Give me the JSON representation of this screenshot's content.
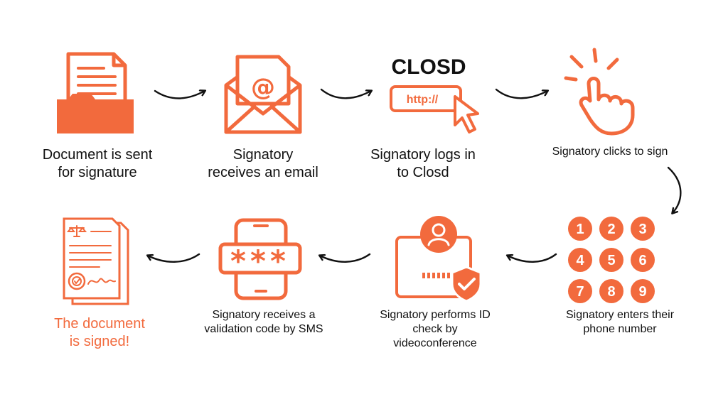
{
  "colors": {
    "accent": "#f26a3d",
    "arrow": "#111111",
    "text": "#111111",
    "background": "#ffffff"
  },
  "brand": {
    "logo_text": "CLOSD",
    "url_text": "http://"
  },
  "keypad": {
    "digits": [
      "1",
      "2",
      "3",
      "4",
      "5",
      "6",
      "7",
      "8",
      "9"
    ]
  },
  "code_display": "***",
  "steps": [
    {
      "icon": "document-folder-icon",
      "line1": "Document is sent",
      "line2": "for signature"
    },
    {
      "icon": "email-envelope-icon",
      "line1": "Signatory",
      "line2": "receives an email"
    },
    {
      "icon": "closd-login-icon",
      "line1": "Signatory logs in",
      "line2": "to Closd"
    },
    {
      "icon": "tap-hand-icon",
      "line1": "Signatory clicks to sign"
    },
    {
      "icon": "keypad-icon",
      "line1": "Signatory enters their",
      "line2": "phone number"
    },
    {
      "icon": "id-check-icon",
      "line1": "Signatory performs ID",
      "line2": "check by",
      "line3": "videoconference"
    },
    {
      "icon": "sms-code-phone-icon",
      "line1": "Signatory receives a",
      "line2": "validation code by SMS"
    },
    {
      "icon": "signed-document-icon",
      "line1": "The document",
      "line2": "is signed!"
    }
  ]
}
